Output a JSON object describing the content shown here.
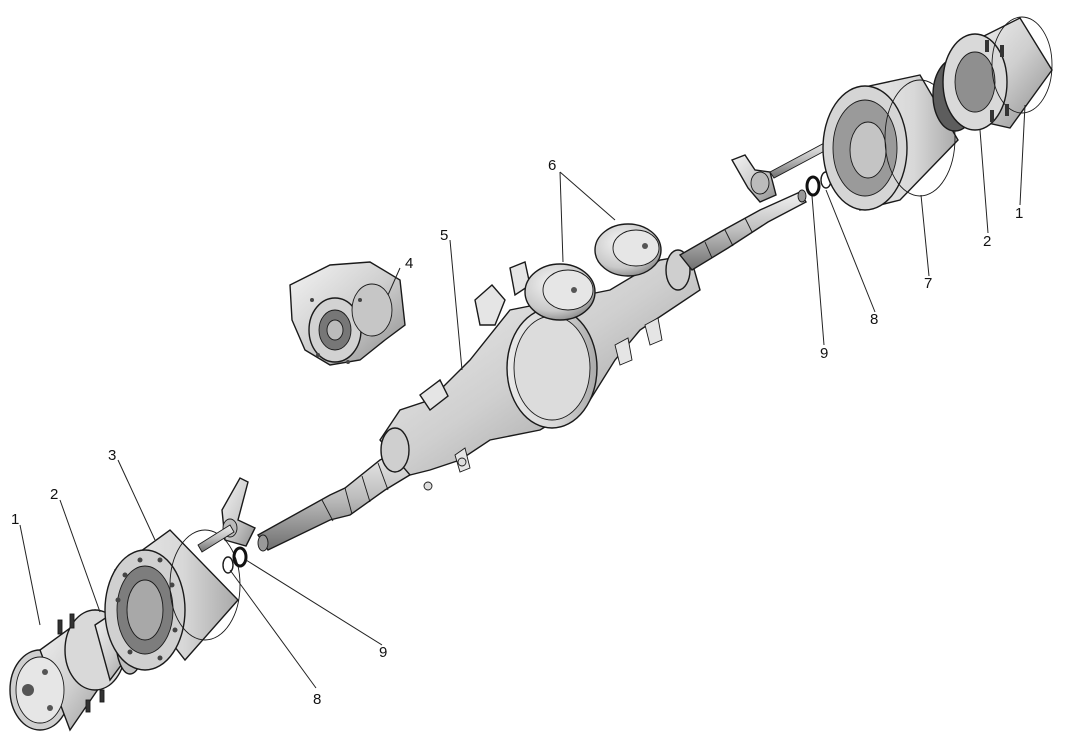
{
  "diagram": {
    "type": "exploded-assembly-drawing",
    "callouts": [
      {
        "id": "c1-left",
        "text": "1"
      },
      {
        "id": "c2-left",
        "text": "2"
      },
      {
        "id": "c3",
        "text": "3"
      },
      {
        "id": "c4",
        "text": "4"
      },
      {
        "id": "c5",
        "text": "5"
      },
      {
        "id": "c6",
        "text": "6"
      },
      {
        "id": "c7",
        "text": "7"
      },
      {
        "id": "c8-right",
        "text": "8"
      },
      {
        "id": "c9-right",
        "text": "9"
      },
      {
        "id": "c1-right",
        "text": "1"
      },
      {
        "id": "c2-right",
        "text": "2"
      },
      {
        "id": "c8-left",
        "text": "8"
      },
      {
        "id": "c9-left",
        "text": "9"
      }
    ]
  }
}
